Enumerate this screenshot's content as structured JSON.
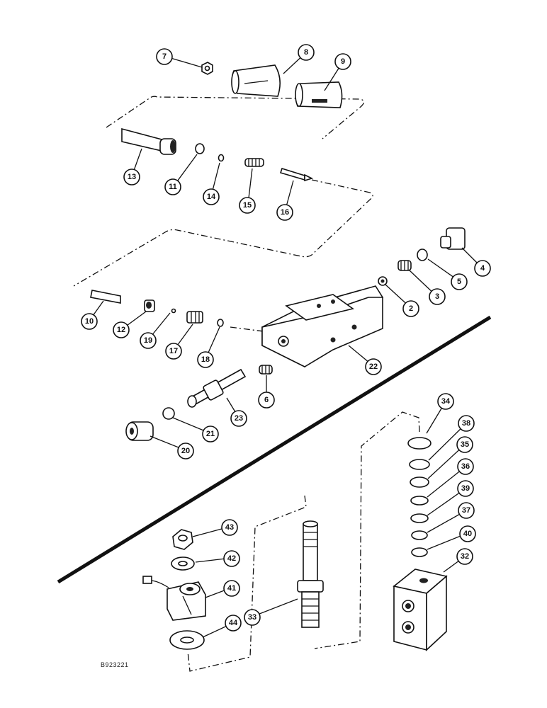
{
  "figure_code": "B923221",
  "callouts": [
    {
      "id": "c7",
      "label": "7"
    },
    {
      "id": "c8",
      "label": "8"
    },
    {
      "id": "c9",
      "label": "9"
    },
    {
      "id": "c13",
      "label": "13"
    },
    {
      "id": "c11",
      "label": "11"
    },
    {
      "id": "c14",
      "label": "14"
    },
    {
      "id": "c15",
      "label": "15"
    },
    {
      "id": "c16",
      "label": "16"
    },
    {
      "id": "c4",
      "label": "4"
    },
    {
      "id": "c5",
      "label": "5"
    },
    {
      "id": "c3",
      "label": "3"
    },
    {
      "id": "c2",
      "label": "2"
    },
    {
      "id": "c10",
      "label": "10"
    },
    {
      "id": "c12",
      "label": "12"
    },
    {
      "id": "c19",
      "label": "19"
    },
    {
      "id": "c17",
      "label": "17"
    },
    {
      "id": "c18",
      "label": "18"
    },
    {
      "id": "c22",
      "label": "22"
    },
    {
      "id": "c6",
      "label": "6"
    },
    {
      "id": "c23",
      "label": "23"
    },
    {
      "id": "c21",
      "label": "21"
    },
    {
      "id": "c20",
      "label": "20"
    },
    {
      "id": "c34",
      "label": "34"
    },
    {
      "id": "c38",
      "label": "38"
    },
    {
      "id": "c35",
      "label": "35"
    },
    {
      "id": "c36",
      "label": "36"
    },
    {
      "id": "c39",
      "label": "39"
    },
    {
      "id": "c37",
      "label": "37"
    },
    {
      "id": "c40",
      "label": "40"
    },
    {
      "id": "c32",
      "label": "32"
    },
    {
      "id": "c43",
      "label": "43"
    },
    {
      "id": "c42",
      "label": "42"
    },
    {
      "id": "c41",
      "label": "41"
    },
    {
      "id": "c44",
      "label": "44"
    },
    {
      "id": "c33",
      "label": "33"
    }
  ]
}
